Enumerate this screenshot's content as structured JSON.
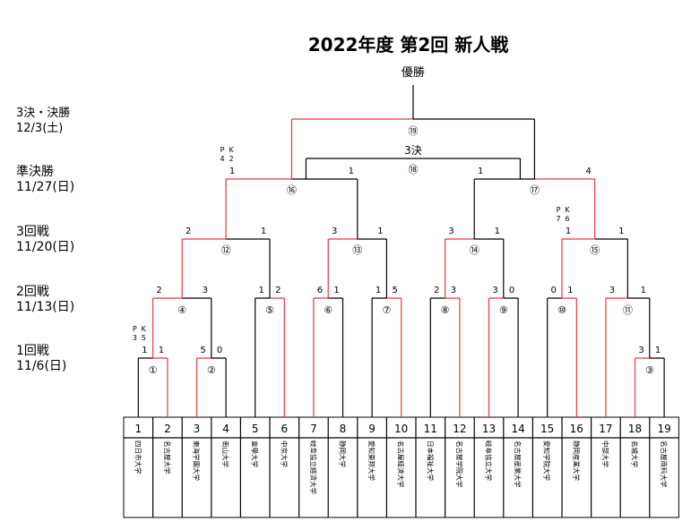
{
  "title": "2022年度 第2回 新人戦",
  "champion_label": "優勝",
  "third_place_label": "3決",
  "rounds": [
    {
      "name": "3決・決勝",
      "date": "12/3(土)"
    },
    {
      "name": "準決勝",
      "date": "11/27(日)"
    },
    {
      "name": "3回戦",
      "date": "11/20(日)"
    },
    {
      "name": "2回戦",
      "date": "11/13(日)"
    },
    {
      "name": "1回戦",
      "date": "11/6(日)"
    }
  ],
  "teams": [
    {
      "no": "1",
      "name": "四日市大学"
    },
    {
      "no": "2",
      "name": "名古屋大学"
    },
    {
      "no": "3",
      "name": "東海学園大学"
    },
    {
      "no": "4",
      "name": "南山大学"
    },
    {
      "no": "5",
      "name": "皇學大学"
    },
    {
      "no": "6",
      "name": "中京大学"
    },
    {
      "no": "7",
      "name": "岐阜協立経済大学"
    },
    {
      "no": "8",
      "name": "静岡大学"
    },
    {
      "no": "9",
      "name": "愛知東邦大学"
    },
    {
      "no": "10",
      "name": "名古屋経済大学"
    },
    {
      "no": "11",
      "name": "日本福祉大学"
    },
    {
      "no": "12",
      "name": "名古屋学院大学"
    },
    {
      "no": "13",
      "name": "岐阜協立大学"
    },
    {
      "no": "14",
      "name": "名古屋産業大学"
    },
    {
      "no": "15",
      "name": "愛知学院大学"
    },
    {
      "no": "16",
      "name": "静岡産業大学"
    },
    {
      "no": "17",
      "name": "中部大学"
    },
    {
      "no": "18",
      "name": "名城大学"
    },
    {
      "no": "19",
      "name": "名古屋商科大学"
    }
  ],
  "matches": [
    {
      "id": "m1",
      "label": "①",
      "scores": [
        "1",
        "1"
      ],
      "pk": [
        "3",
        "5"
      ]
    },
    {
      "id": "m2",
      "label": "②",
      "scores": [
        "5",
        "0"
      ]
    },
    {
      "id": "m3",
      "label": "③",
      "scores": [
        "3",
        "1"
      ]
    },
    {
      "id": "m4",
      "label": "④",
      "scores": [
        "2",
        "3"
      ]
    },
    {
      "id": "m5",
      "label": "⑤",
      "scores": [
        "1",
        "2"
      ]
    },
    {
      "id": "m6",
      "label": "⑥",
      "scores": [
        "6",
        "1"
      ]
    },
    {
      "id": "m7",
      "label": "⑦",
      "scores": [
        "1",
        "5"
      ]
    },
    {
      "id": "m8",
      "label": "⑧",
      "scores": [
        "2",
        "3"
      ]
    },
    {
      "id": "m9",
      "label": "⑨",
      "scores": [
        "3",
        "0"
      ]
    },
    {
      "id": "m10",
      "label": "⑩",
      "scores": [
        "0",
        "1"
      ]
    },
    {
      "id": "m11",
      "label": "⑪",
      "scores": [
        "3",
        "1"
      ]
    },
    {
      "id": "m12",
      "label": "⑫",
      "scores": [
        "2",
        "1"
      ]
    },
    {
      "id": "m13",
      "label": "⑬",
      "scores": [
        "3",
        "1"
      ]
    },
    {
      "id": "m14",
      "label": "⑭",
      "scores": [
        "3",
        "1"
      ]
    },
    {
      "id": "m15",
      "label": "⑮",
      "scores": [
        "1",
        "1"
      ],
      "pk": [
        "7",
        "6"
      ]
    },
    {
      "id": "m16",
      "label": "⑯",
      "scores": [
        "1",
        "1"
      ],
      "pk": [
        "4",
        "2"
      ]
    },
    {
      "id": "m17",
      "label": "⑰",
      "scores": [
        "1",
        "4"
      ]
    },
    {
      "id": "m18",
      "label": "⑱"
    },
    {
      "id": "m19",
      "label": "⑲"
    }
  ],
  "pk_label": [
    "P",
    "K"
  ],
  "colors": {
    "win": "#e8383d",
    "line": "#000000"
  }
}
